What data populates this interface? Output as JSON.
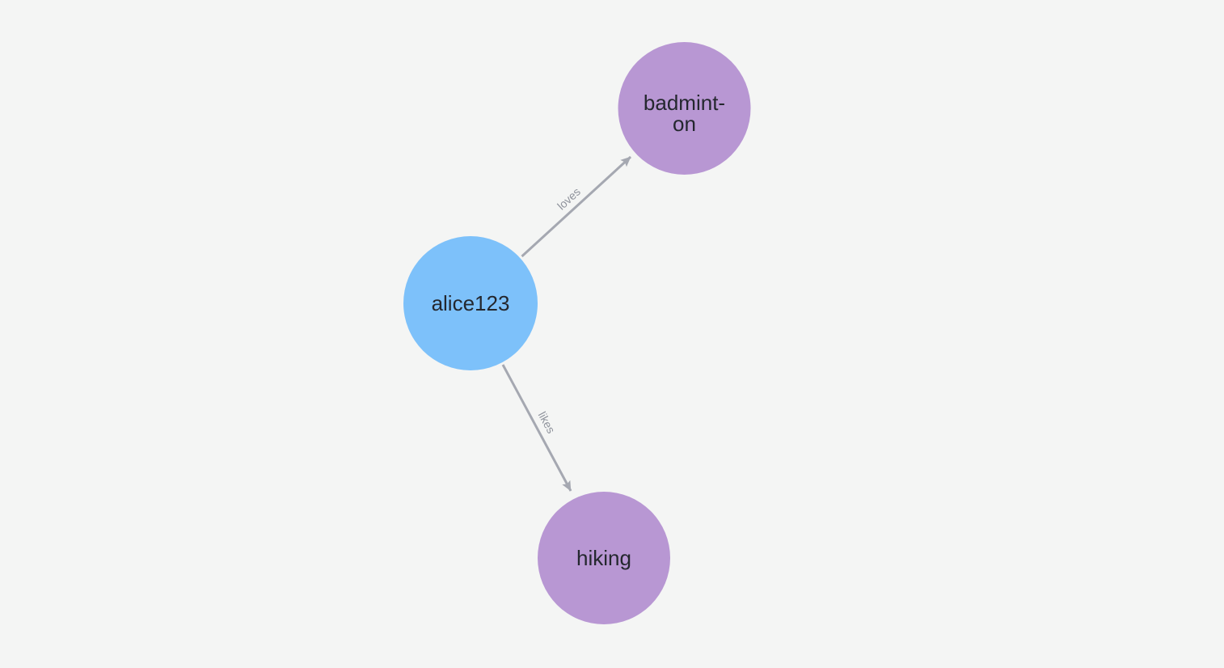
{
  "canvas": {
    "background_color": "#f4f5f4"
  },
  "style": {
    "edge_color": "#a5a8b1",
    "edge_label_color": "#8e929b",
    "node_label_color": "#24272e",
    "node_person_color": "#7dc1fa",
    "node_topic_color": "#b897d3"
  },
  "graph": {
    "nodes": [
      {
        "id": "alice123",
        "label_lines": [
          "alice123"
        ],
        "color": "#7dc1fa"
      },
      {
        "id": "badminton",
        "label_lines": [
          "badmint-",
          "on"
        ],
        "color": "#b897d3"
      },
      {
        "id": "hiking",
        "label_lines": [
          "hiking"
        ],
        "color": "#b897d3"
      }
    ],
    "edges": [
      {
        "source": "alice123",
        "target": "badminton",
        "label": "loves"
      },
      {
        "source": "alice123",
        "target": "hiking",
        "label": "likes"
      }
    ]
  }
}
